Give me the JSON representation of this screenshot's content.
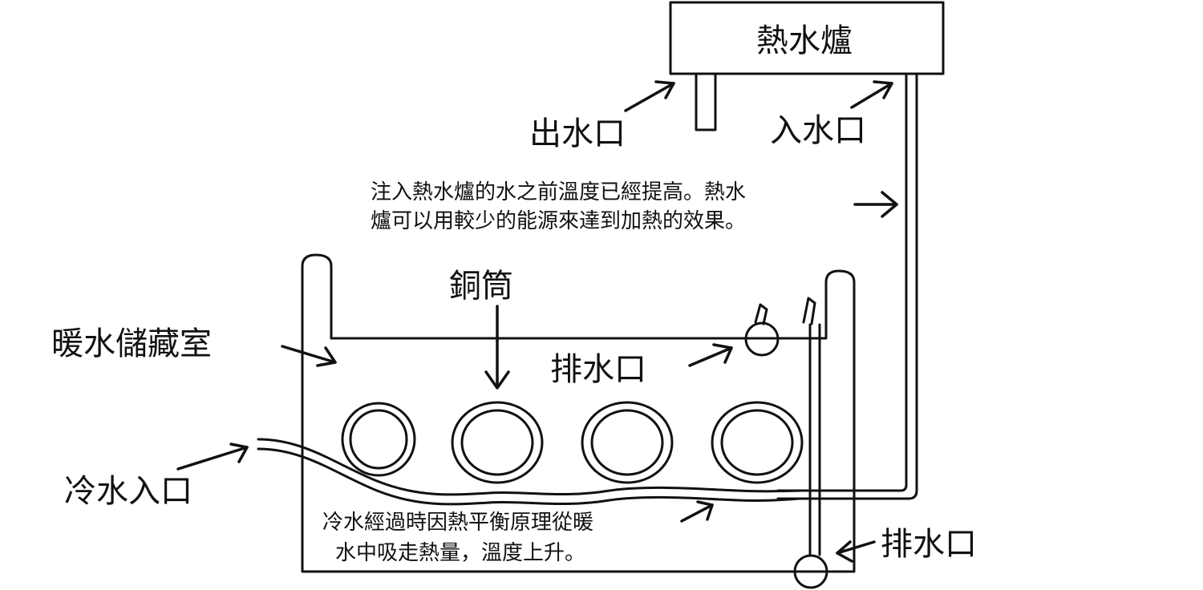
{
  "labels": {
    "heater": "熱水爐",
    "outlet": "出水口",
    "inlet": "入水口",
    "note_top_line1": "注入熱水爐的水之前溫度已經提高。熱水",
    "note_top_line2": "爐可以用較少的能源來達到加熱的效果。",
    "copper_tube": "銅筒",
    "warm_storage": "暖水儲藏室",
    "drain_upper": "排水口",
    "cold_inlet": "冷水入口",
    "note_bottom_line1": "冷水經過時因熱平衡原理從暖",
    "note_bottom_line2": "水中吸走熱量，溫度上升。",
    "drain_lower": "排水口"
  },
  "colors": {
    "ink": "#111111",
    "background": "#ffffff"
  }
}
